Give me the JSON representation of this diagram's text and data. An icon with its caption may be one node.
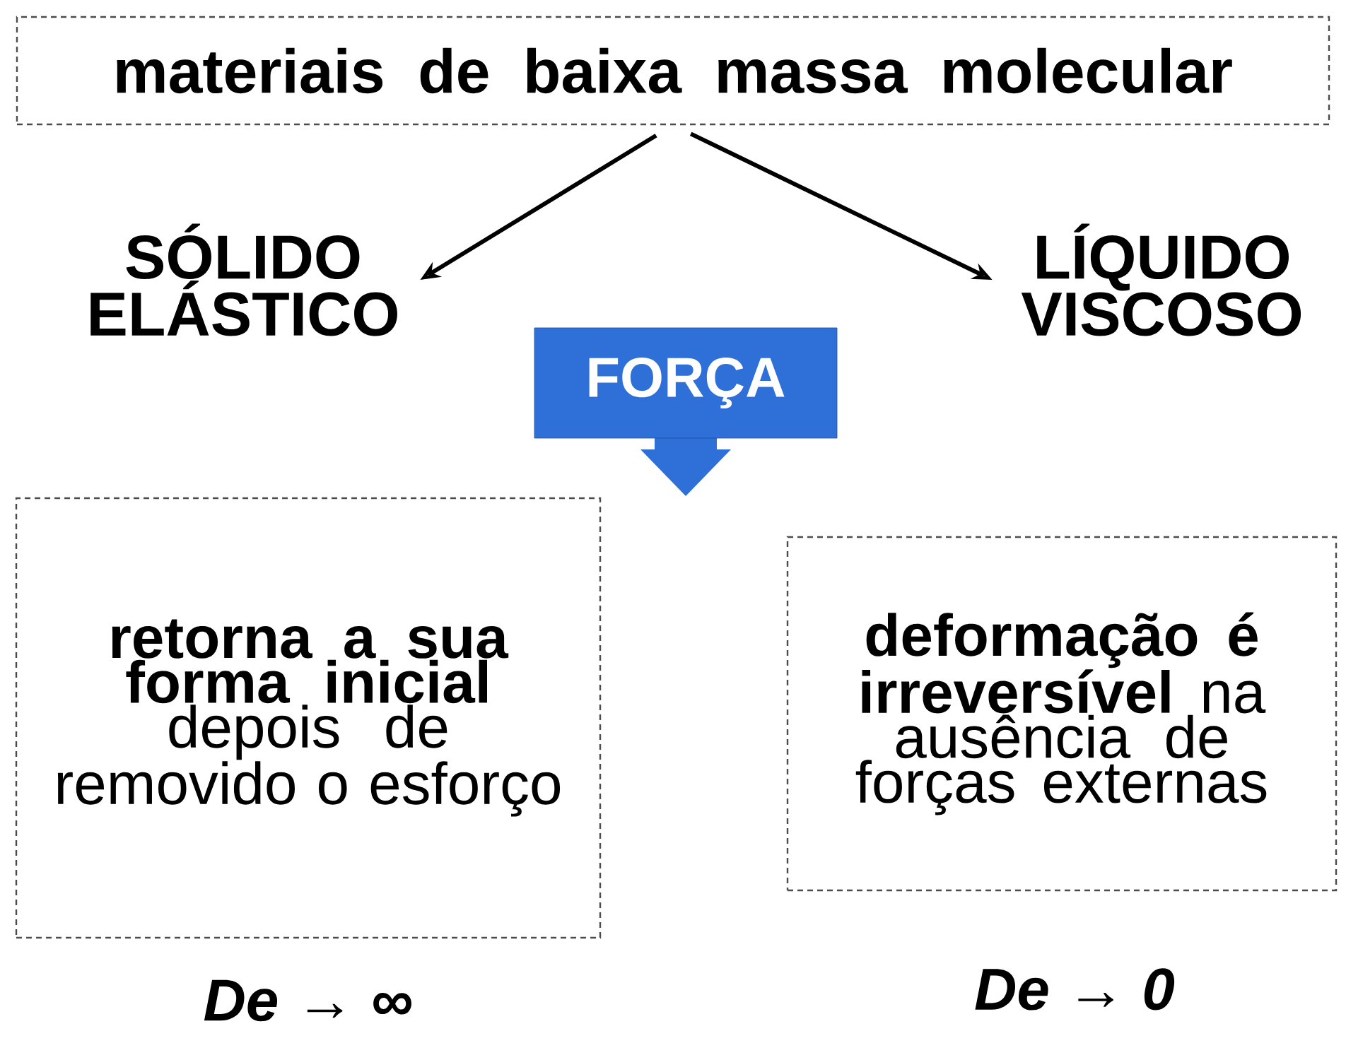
{
  "diagram": {
    "nodes": [
      {
        "text": [
          "materiais de baixa massa molecular"
        ]
      },
      {
        "text": [
          "SÓLIDO ELÁSTICO"
        ]
      },
      {
        "text": [
          "LÍQUIDO VISCOSO"
        ]
      },
      {
        "text": [
          "FORÇA"
        ]
      },
      {
        "text": [
          "**retorna a sua forma inicial** depois de removido o esforço"
        ]
      },
      {
        "text": [
          "**deformação é irreversível** na ausência de forças externas"
        ]
      }
    ],
    "edges": [
      {
        "from": 0,
        "to": 1,
        "arrow": "to"
      },
      {
        "from": 0,
        "to": 2,
        "arrow": "to"
      }
    ],
    "labels": [
      "De → ∞",
      "De → 0"
    ]
  }
}
